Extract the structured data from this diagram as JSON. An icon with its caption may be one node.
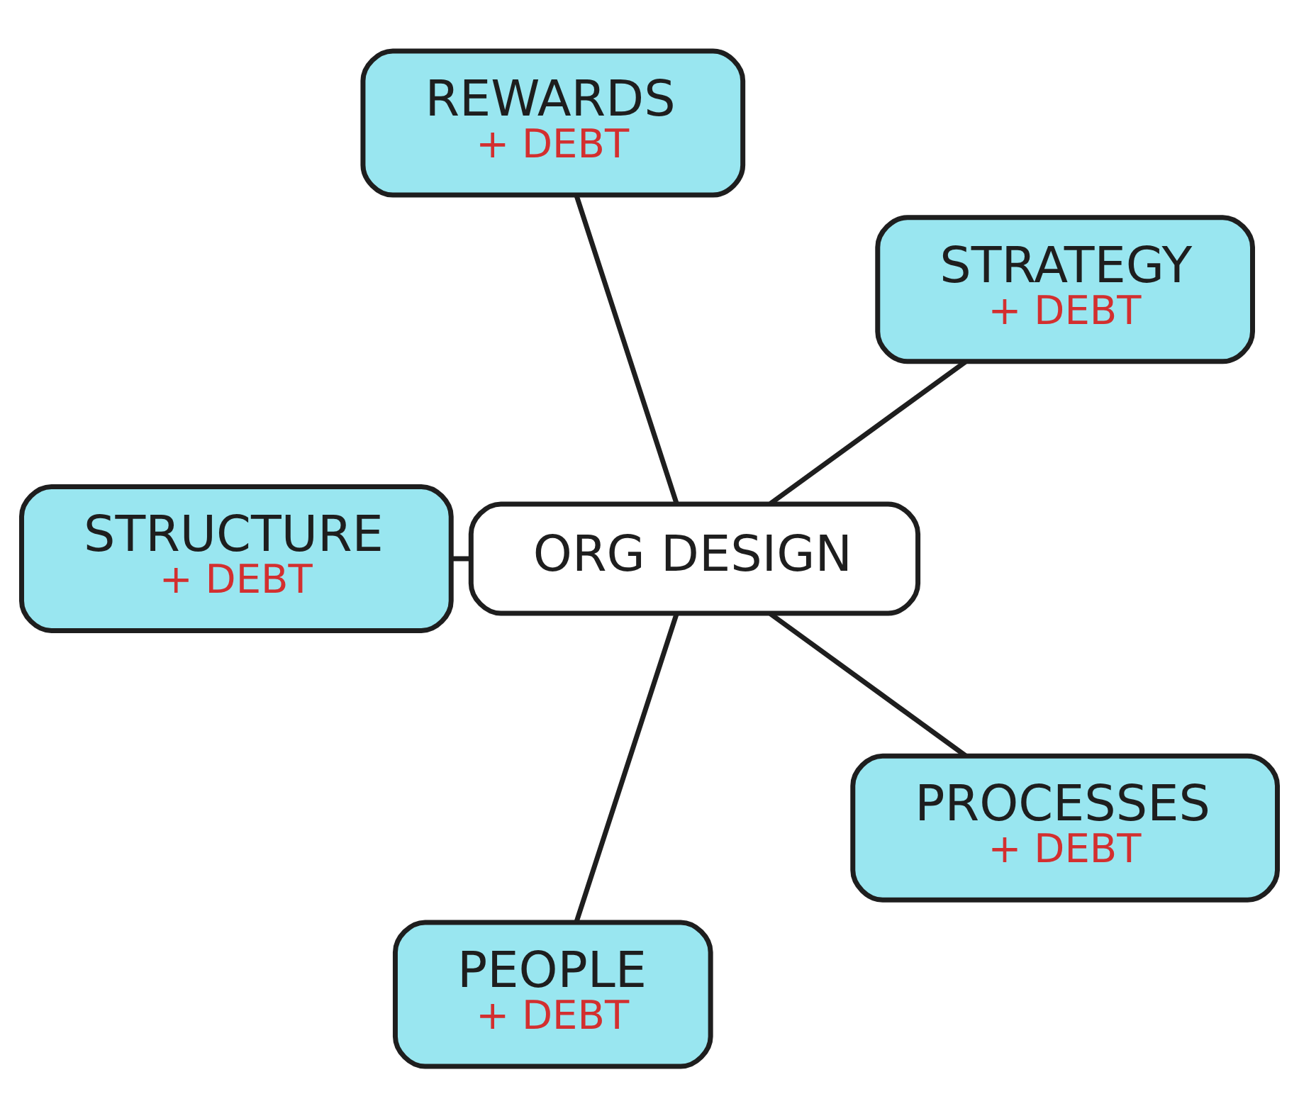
{
  "diagram": {
    "nodes": [
      {
        "text": [
          "STRATEGY",
          "+ DEBT"
        ]
      },
      {
        "text": [
          "REWARDS",
          "+ DEBT"
        ]
      },
      {
        "text": [
          "STRUCTURE",
          "+ DEBT"
        ]
      },
      {
        "text": [
          "ORG DESIGN"
        ]
      },
      {
        "text": [
          "PEOPLE",
          "+ DEBT"
        ]
      },
      {
        "text": [
          "PROCESSES",
          "+ DEBT"
        ]
      }
    ],
    "edges": [
      {
        "from": 3,
        "to": 0,
        "arrow": "none"
      },
      {
        "from": 3,
        "to": 1,
        "arrow": "none"
      },
      {
        "from": 3,
        "to": 2,
        "arrow": "none"
      },
      {
        "from": 3,
        "to": 4,
        "arrow": "none"
      },
      {
        "from": 3,
        "to": 5,
        "arrow": "none"
      }
    ]
  }
}
